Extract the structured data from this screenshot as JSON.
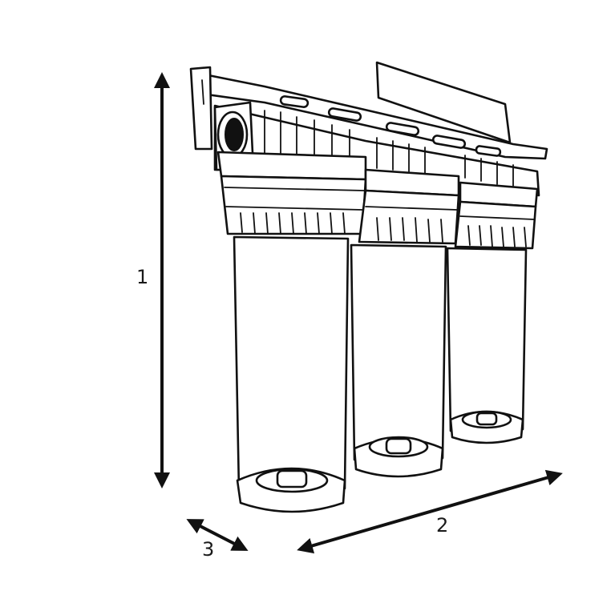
{
  "dimensions": {
    "height_label": "1",
    "width_label": "2",
    "depth_label": "3"
  },
  "colors": {
    "ink": "#111111",
    "background": "#ffffff"
  }
}
